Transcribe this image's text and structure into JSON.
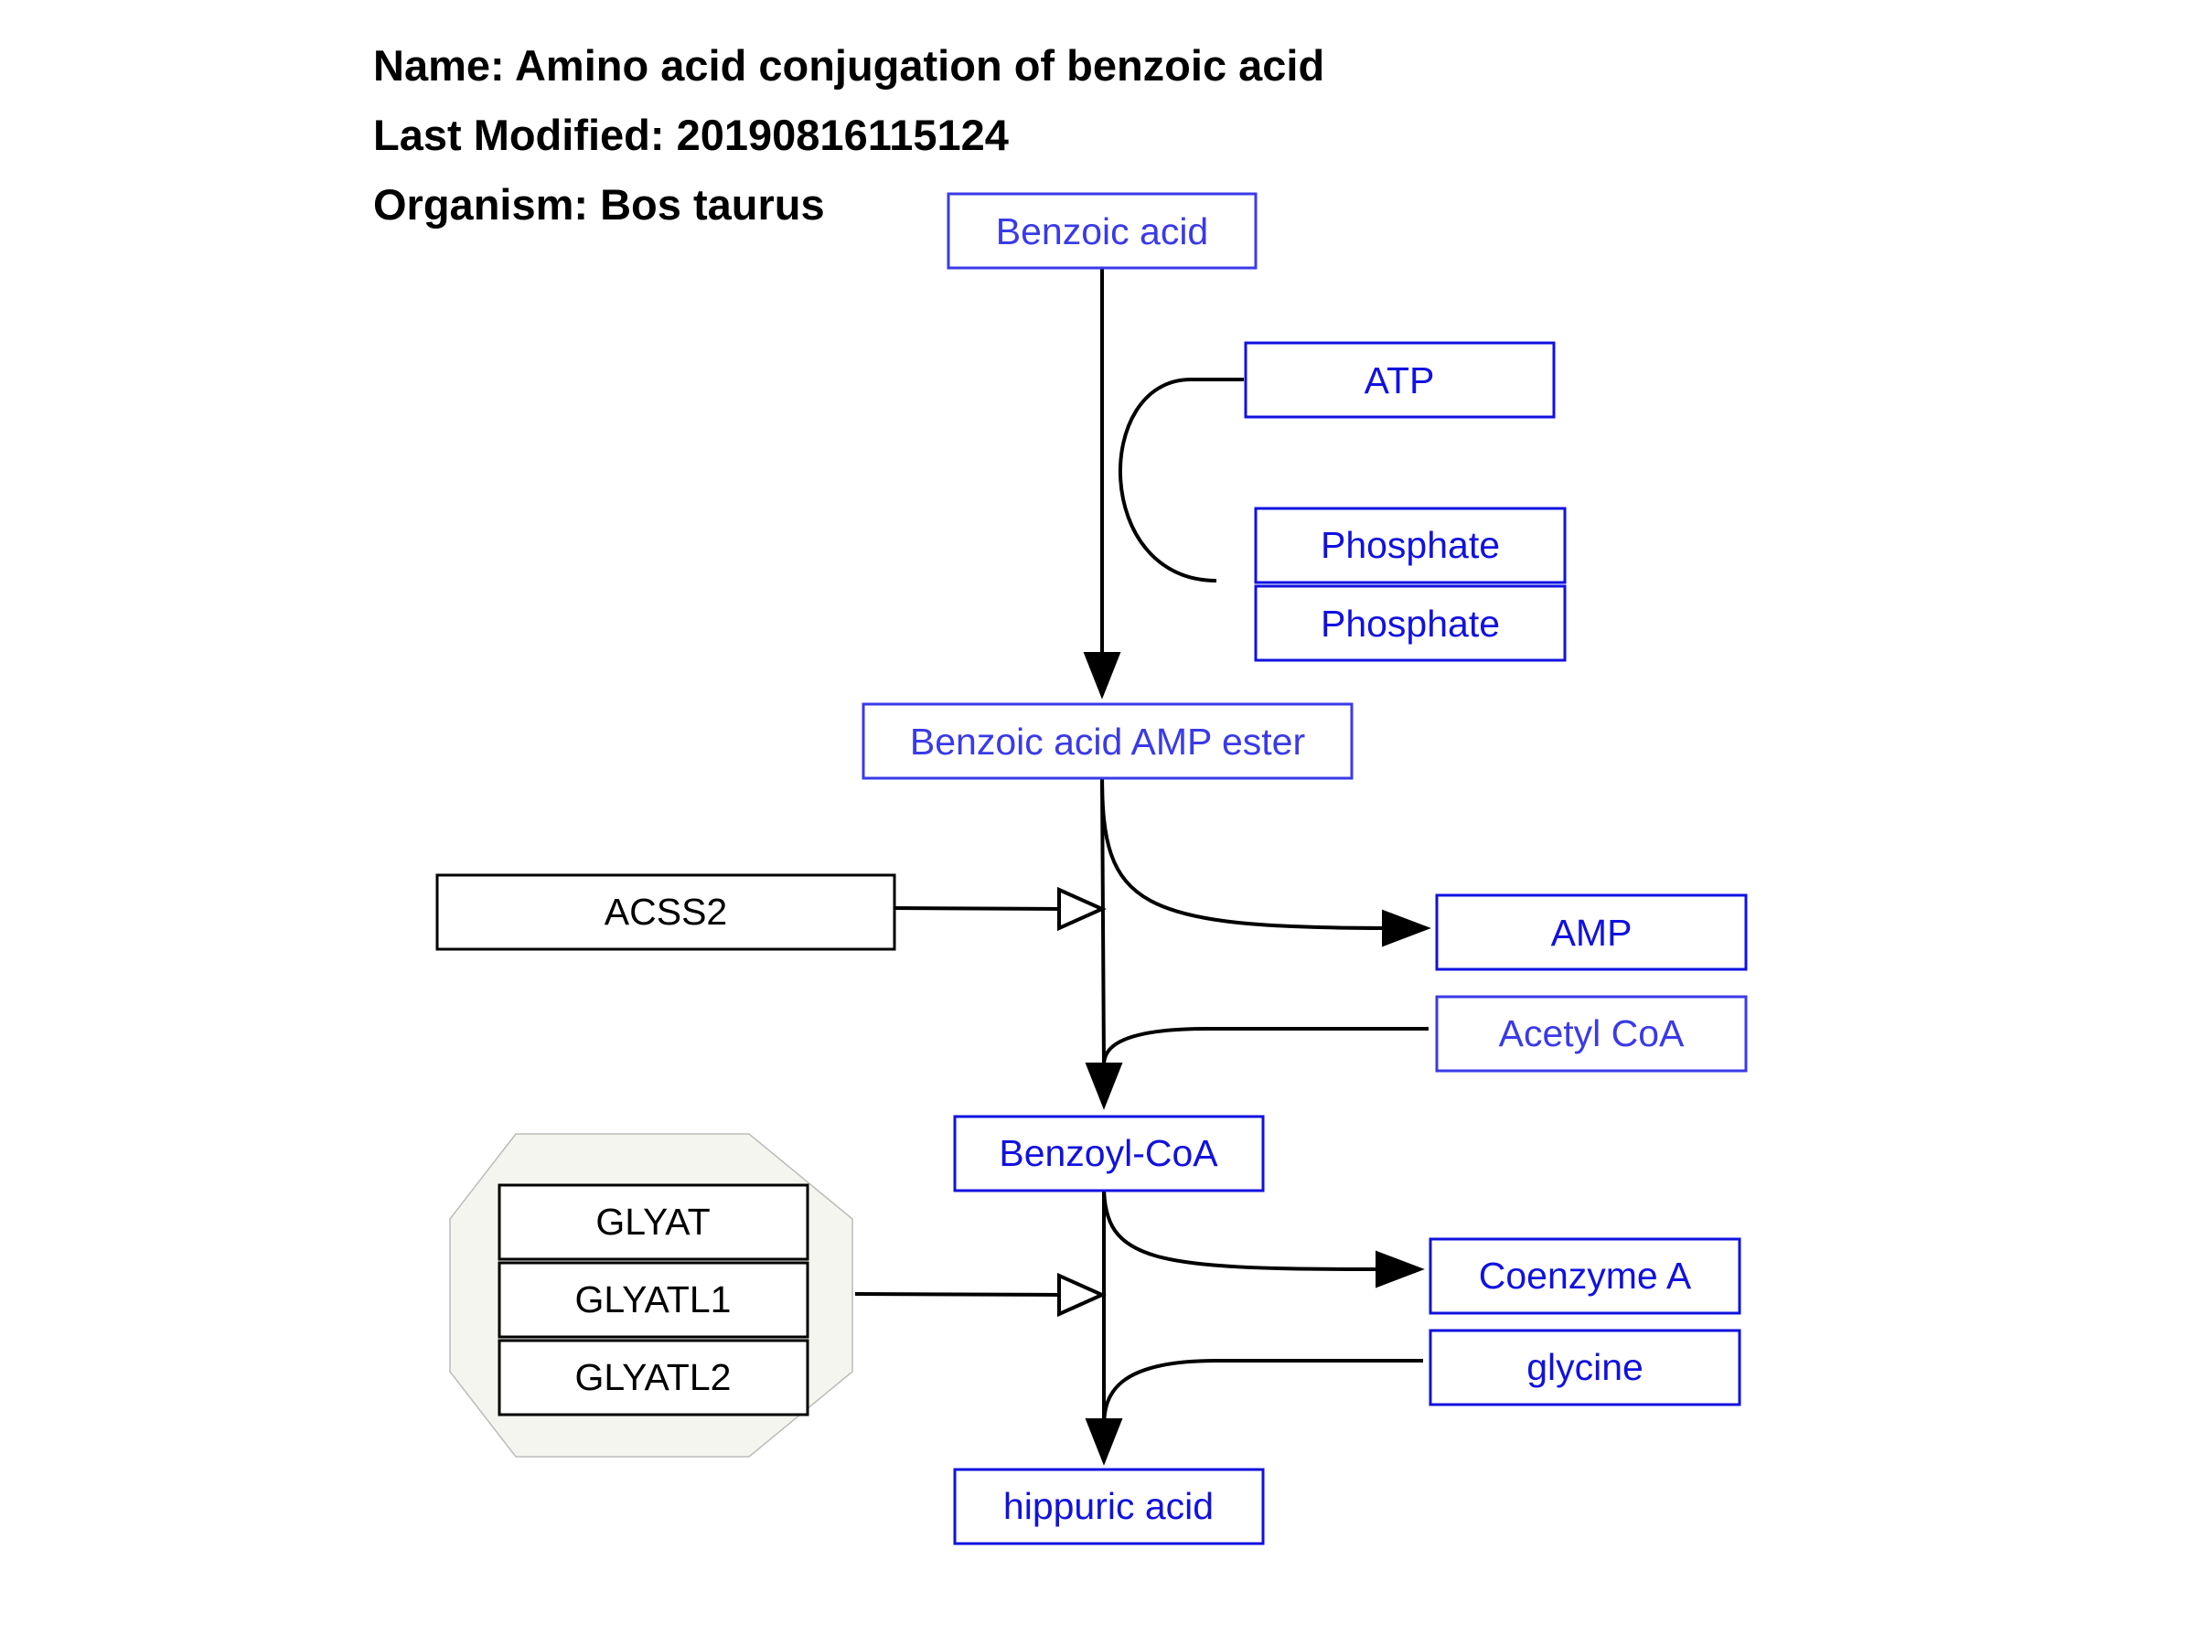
{
  "header": {
    "name": "Name: Amino acid conjugation of benzoic acid",
    "last_modified": "Last Modified: 20190816115124",
    "organism": "Organism: Bos taurus"
  },
  "colors": {
    "metabolite": "#1111e0",
    "metabolite_light": "#3a3ae8",
    "gene": "#000000",
    "group_fill": "#f5f5ef",
    "group_stroke": "#bbbbbb"
  },
  "nodes": [
    {
      "id": "benzoic_acid",
      "label": "Benzoic acid",
      "kind": "metabolite"
    },
    {
      "id": "atp",
      "label": "ATP",
      "kind": "metabolite"
    },
    {
      "id": "phosphate_1",
      "label": "Phosphate",
      "kind": "metabolite"
    },
    {
      "id": "phosphate_2",
      "label": "Phosphate",
      "kind": "metabolite"
    },
    {
      "id": "benzoic_acid_amp_ester",
      "label": "Benzoic acid AMP ester",
      "kind": "metabolite"
    },
    {
      "id": "acss2",
      "label": "ACSS2",
      "kind": "gene"
    },
    {
      "id": "amp",
      "label": "AMP",
      "kind": "metabolite"
    },
    {
      "id": "acetyl_coa",
      "label": "Acetyl CoA",
      "kind": "metabolite"
    },
    {
      "id": "benzoyl_coa",
      "label": "Benzoyl-CoA",
      "kind": "metabolite"
    },
    {
      "id": "glyat",
      "label": "GLYAT",
      "kind": "gene"
    },
    {
      "id": "glyatl1",
      "label": "GLYATL1",
      "kind": "gene"
    },
    {
      "id": "glyatl2",
      "label": "GLYATL2",
      "kind": "gene"
    },
    {
      "id": "coenzyme_a",
      "label": "Coenzyme A",
      "kind": "metabolite"
    },
    {
      "id": "glycine",
      "label": "glycine",
      "kind": "metabolite"
    },
    {
      "id": "hippuric_acid",
      "label": "hippuric acid",
      "kind": "metabolite"
    }
  ],
  "edges": [
    {
      "from": "benzoic_acid",
      "to": "benzoic_acid_amp_ester",
      "type": "conversion"
    },
    {
      "from": "atp",
      "to": "phosphate_1",
      "type": "side"
    },
    {
      "from": "benzoic_acid_amp_ester",
      "to": "benzoyl_coa",
      "type": "conversion"
    },
    {
      "from": "benzoic_acid_amp_ester",
      "to": "amp",
      "type": "product"
    },
    {
      "from": "acetyl_coa",
      "to": "benzoyl_coa",
      "type": "substrate"
    },
    {
      "from": "acss2",
      "to": "benzoic_acid_amp_ester-benzoyl_coa",
      "type": "catalysis"
    },
    {
      "from": "benzoyl_coa",
      "to": "hippuric_acid",
      "type": "conversion"
    },
    {
      "from": "benzoyl_coa",
      "to": "coenzyme_a",
      "type": "product"
    },
    {
      "from": "glycine",
      "to": "hippuric_acid",
      "type": "substrate"
    },
    {
      "from": "glyat_group",
      "to": "benzoyl_coa-hippuric_acid",
      "type": "catalysis"
    }
  ]
}
